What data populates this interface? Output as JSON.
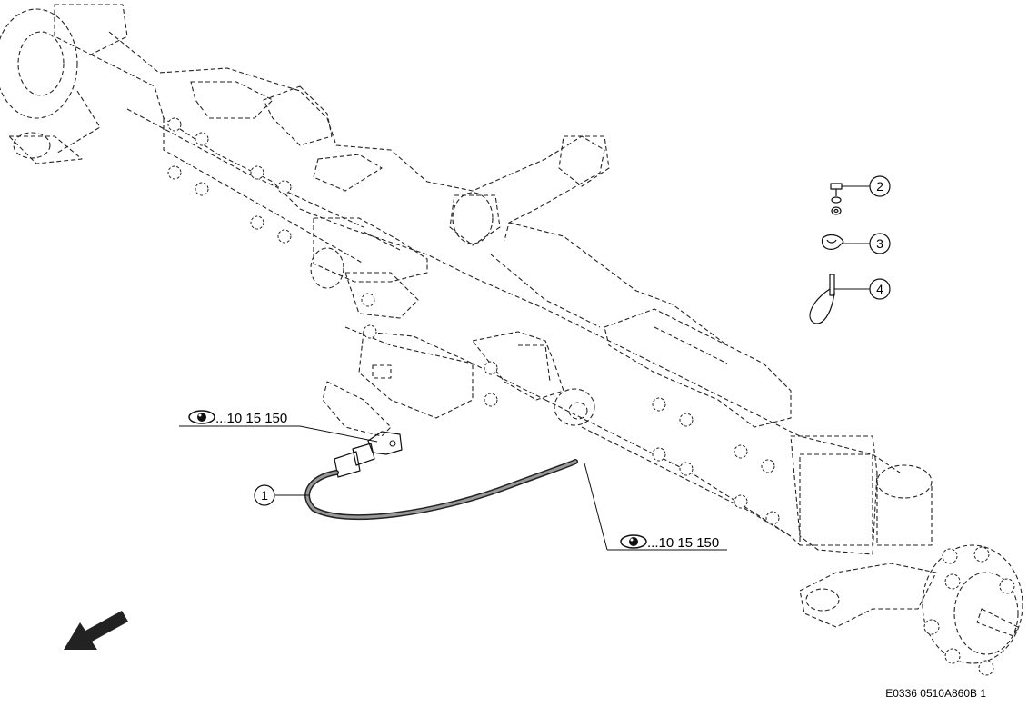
{
  "callouts": [
    {
      "number": "1"
    },
    {
      "number": "2"
    },
    {
      "number": "3"
    },
    {
      "number": "4"
    }
  ],
  "references": [
    {
      "text": "...10 15 150",
      "icon": "eye-icon"
    },
    {
      "text": "...10 15 150",
      "icon": "eye-icon"
    }
  ],
  "drawing_code": "E0336 0510A860B 1",
  "direction_arrow": {
    "icon": "direction-arrow-icon"
  }
}
